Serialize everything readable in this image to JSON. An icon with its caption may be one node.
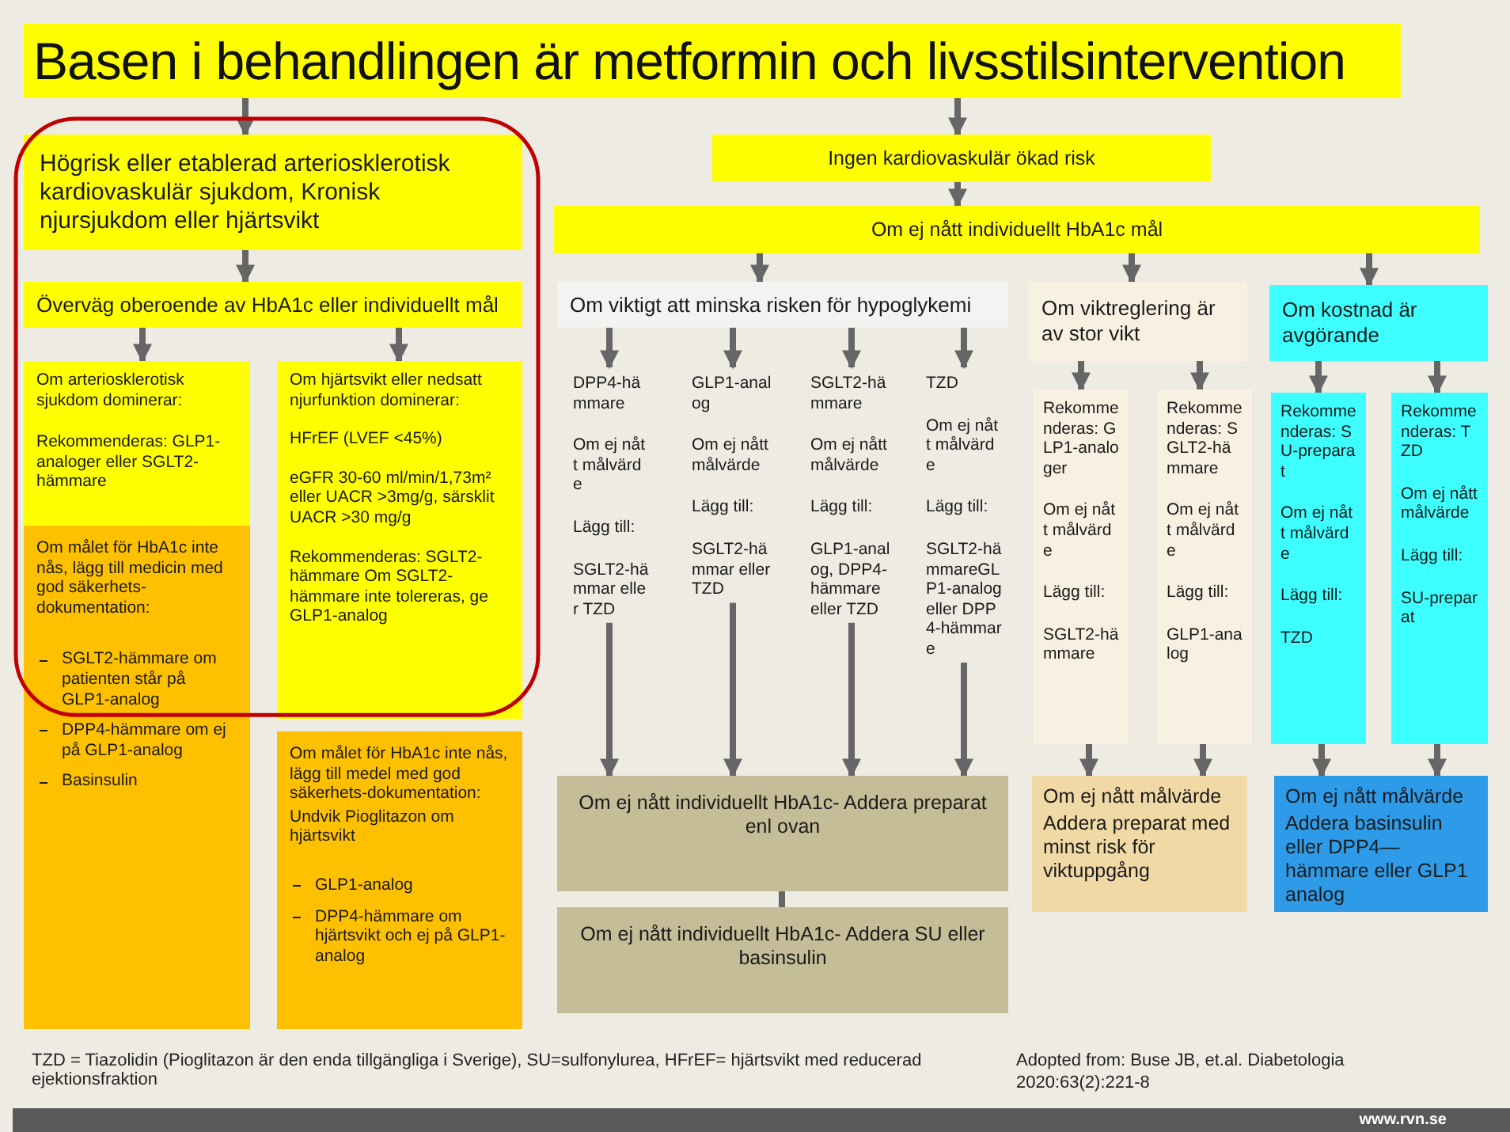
{
  "diagram": {
    "title": "Basen i behandlingen är metformin och livsstilsintervention",
    "nodes": [
      {
        "text": [
          "Högrisk eller etablerad arteriosklerotisk kardiovaskulär sjukdom, Kronisk njursjukdom eller hjärtsvikt"
        ]
      },
      {
        "text": [
          "Överväg oberoende av HbA1c eller individuellt mål"
        ]
      },
      {
        "text": [
          "Om arteriosklerotisk sjukdom dominerar:",
          "Rekommenderas: GLP1-analoger eller SGLT2-hämmare"
        ]
      },
      {
        "text": [
          "Om målet för HbA1c inte nås, lägg till medicin med god säkerhets-dokumentation:",
          "SGLT2-hämmare om patienten står på GLP1-analog",
          "DPP4-hämmare om ej på GLP1-analog",
          "Basinsulin"
        ]
      },
      {
        "text": [
          "Om hjärtsvikt eller nedsatt njurfunktion dominerar:",
          "HFrEF (LVEF <45%)",
          "eGFR 30-60 ml/min/1,73m² eller UACR >3mg/g, särsklit UACR >30 mg/g",
          "Rekommenderas: SGLT2-hämmare Om SGLT2-hämmare inte tolereras, ge GLP1-analog"
        ]
      },
      {
        "text": [
          "Om målet för HbA1c inte nås, lägg till medel med god säkerhets-dokumentation:",
          "Undvik Pioglitazon om hjärtsvikt",
          "GLP1-analog",
          "DPP4-hämmare om hjärtsvikt och ej på GLP1-analog"
        ]
      },
      {
        "text": [
          "Ingen kardiovaskulär ökad risk"
        ]
      },
      {
        "text": [
          "Om ej nått individuellt HbA1c mål"
        ]
      },
      {
        "text": [
          "Om viktigt att minska risken för hypoglykemi"
        ]
      },
      {
        "text": [
          "Om viktreglering är av stor vikt"
        ]
      },
      {
        "text": [
          "Om kostnad är avgörande"
        ]
      },
      {
        "text": [
          "DPP4-hämmare",
          "Om ej nått målvärde",
          "Lägg till:",
          "SGLT2-hämmar eller TZD"
        ]
      },
      {
        "text": [
          "GLP1-analog",
          "Om ej nått målvärde",
          "Lägg till:",
          "SGLT2-hämmar eller TZD"
        ]
      },
      {
        "text": [
          "SGLT2-hämmare",
          "Om ej nått målvärde",
          "Lägg till:",
          "GLP1-analog, DPP4-hämmare eller TZD"
        ]
      },
      {
        "text": [
          "TZD",
          "Om ej nått målvärde",
          "Lägg till:",
          "SGLT2-hämmareGLP1-analog eller DPP4-hämmare"
        ]
      },
      {
        "text": [
          "Rekommenderas: GLP1-analoger",
          "Om ej nått målvärde",
          "Lägg till:",
          "SGLT2-hämmare"
        ]
      },
      {
        "text": [
          "Rekommenderas: SGLT2-hämmare",
          "Om ej nått målvärde",
          "Lägg till:",
          "GLP1-analog"
        ]
      },
      {
        "text": [
          "Rekommenderas: SU-preparat",
          "Om ej nått målvärde",
          "Lägg till:",
          "TZD"
        ]
      },
      {
        "text": [
          "Rekommenderas: TZD",
          "Om ej nått målvärde",
          "Lägg till:",
          "SU-preparat"
        ]
      },
      {
        "text": [
          "Om ej nått individuellt HbA1c- Addera preparat enl ovan"
        ]
      },
      {
        "text": [
          "Om ej nått individuellt HbA1c- Addera SU eller basinsulin"
        ]
      },
      {
        "text": [
          "Om ej nått målvärde",
          "Addera preparat med minst risk för viktuppgång"
        ]
      },
      {
        "text": [
          "Om ej nått målvärde",
          "Addera basinsulin eller DPP4—hämmare eller GLP1 analog"
        ]
      }
    ],
    "edges": [
      {
        "from": null,
        "to": 0,
        "arrow": "to"
      },
      {
        "from": null,
        "to": 6,
        "arrow": "to"
      },
      {
        "from": 0,
        "to": 1,
        "arrow": "to"
      },
      {
        "from": 1,
        "to": 2,
        "arrow": "to"
      },
      {
        "from": 1,
        "to": 4,
        "arrow": "to"
      },
      {
        "from": 6,
        "to": 7,
        "arrow": "to"
      },
      {
        "from": 7,
        "to": 8,
        "arrow": "to"
      },
      {
        "from": 7,
        "to": 9,
        "arrow": "to"
      },
      {
        "from": 7,
        "to": 10,
        "arrow": "to"
      },
      {
        "from": 8,
        "to": 11,
        "arrow": "to"
      },
      {
        "from": 8,
        "to": 12,
        "arrow": "to"
      },
      {
        "from": 8,
        "to": 13,
        "arrow": "to"
      },
      {
        "from": 8,
        "to": 14,
        "arrow": "to"
      },
      {
        "from": 9,
        "to": 15,
        "arrow": "to"
      },
      {
        "from": 9,
        "to": 16,
        "arrow": "to"
      },
      {
        "from": 10,
        "to": 17,
        "arrow": "to"
      },
      {
        "from": 10,
        "to": 18,
        "arrow": "to"
      },
      {
        "from": 11,
        "to": 19,
        "arrow": "to"
      },
      {
        "from": 12,
        "to": 19,
        "arrow": "to"
      },
      {
        "from": 13,
        "to": 19,
        "arrow": "to"
      },
      {
        "from": 14,
        "to": 19,
        "arrow": "to"
      },
      {
        "from": 15,
        "to": 21,
        "arrow": "to"
      },
      {
        "from": 16,
        "to": 21,
        "arrow": "to"
      },
      {
        "from": 17,
        "to": 22,
        "arrow": "to"
      },
      {
        "from": 18,
        "to": 22,
        "arrow": "to"
      },
      {
        "from": 19,
        "to": 20,
        "arrow": "none"
      }
    ],
    "labels": [
      "TZD = Tiazolidin (Pioglitazon är den enda tillgängliga i Sverige), SU=sulfonylurea, HFrEF= hjärtsvikt med reducerad ejektionsfraktion",
      "Adopted from: Buse JB, et.al. Diabetologia 2020:63(2):221-8",
      "www.rvn.se"
    ]
  }
}
